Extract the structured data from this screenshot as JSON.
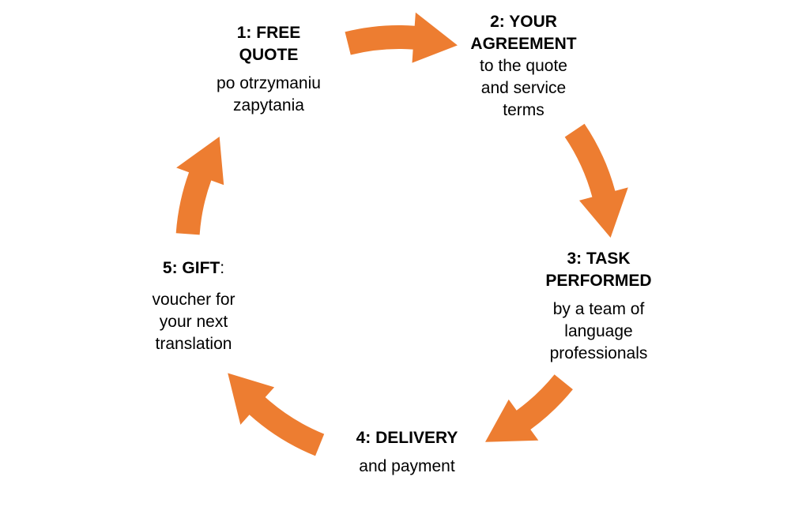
{
  "accent_color": "#ED7D31",
  "steps": [
    {
      "title": "1: FREE QUOTE",
      "desc": "po otrzymaniu zapytania"
    },
    {
      "title": "2: YOUR AGREEMENT",
      "desc": "to the quote and service terms"
    },
    {
      "title": "3: TASK PERFORMED",
      "desc": "by a team of language professionals"
    },
    {
      "title": "4: DELIVERY",
      "desc": "and payment"
    },
    {
      "title": "5: GIFT",
      "suffix": ":",
      "desc": "voucher for your next translation"
    }
  ]
}
